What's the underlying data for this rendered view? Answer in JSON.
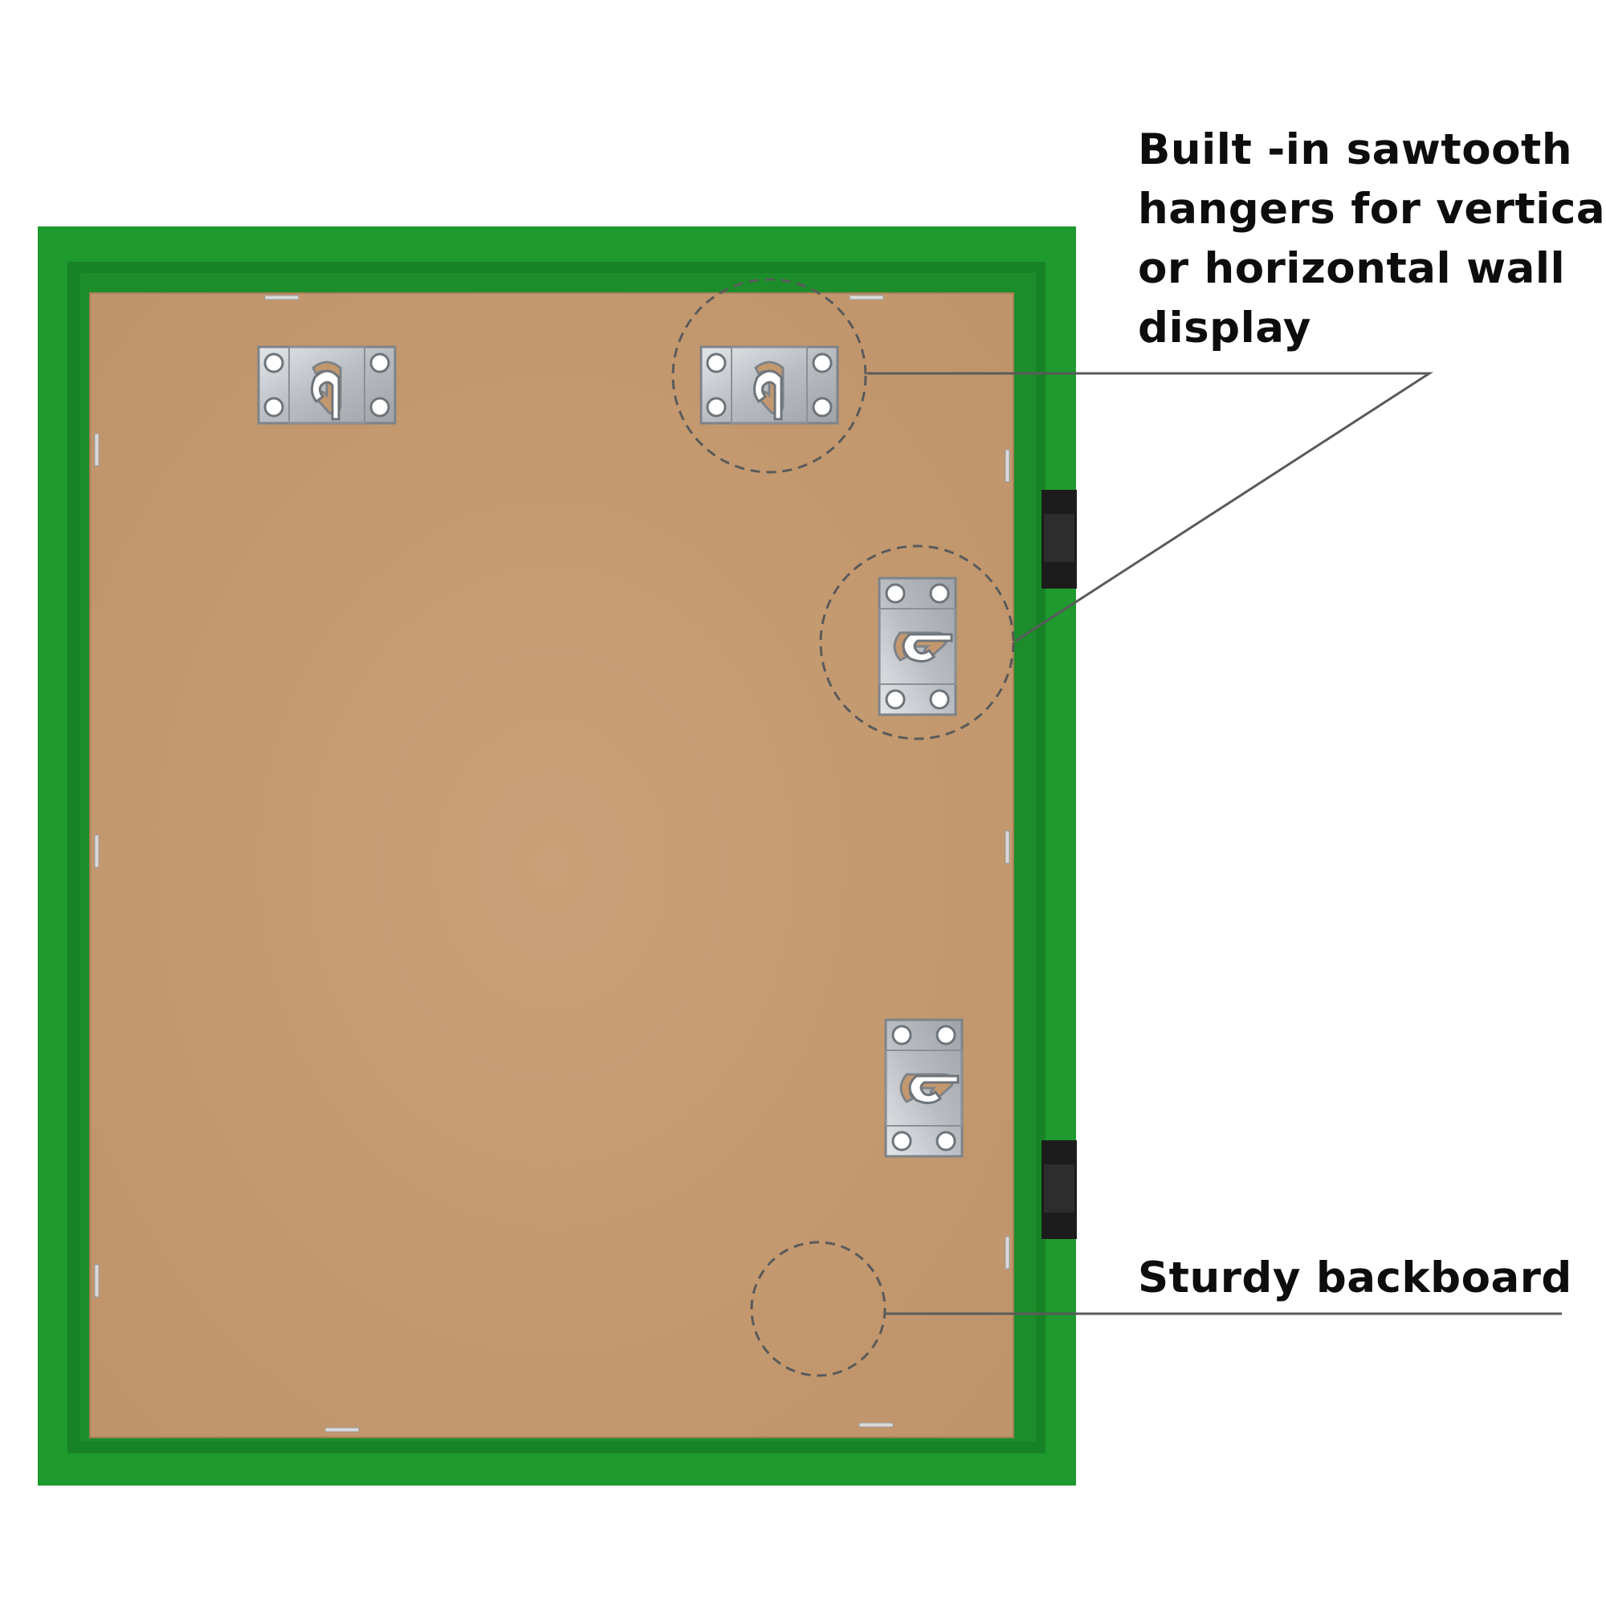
{
  "callouts": {
    "hangers": {
      "lines": [
        "Built -in sawtooth",
        "hangers for vertical",
        "or horizontal wall",
        "display"
      ]
    },
    "backboard": {
      "text": "Sturdy backboard"
    }
  },
  "colors": {
    "frame": "#1e9a2e",
    "frame_dark": "#178226",
    "backboard": "#c59a70",
    "hanger_metal": "#c4c7cb",
    "clip": "#1c1c1c",
    "leader_line": "#5a5a5a"
  }
}
